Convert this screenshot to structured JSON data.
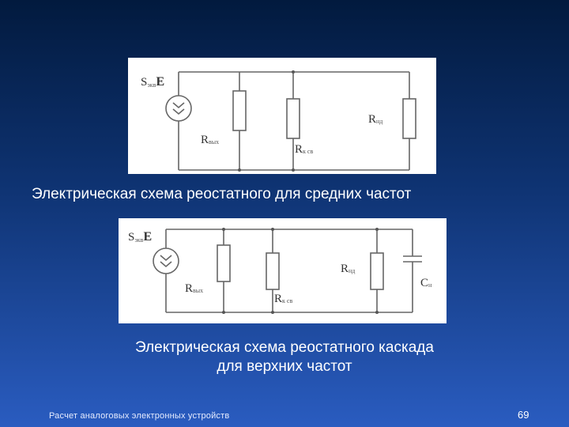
{
  "slide": {
    "caption_1": "Электрическая  схема реостатного для средних частот",
    "caption_2_line_1": "Электрическая  схема реостатного каскада",
    "caption_2_line_2": "для верхних частот",
    "footer": "Расчет аналоговых электронных устройств",
    "page_number": "69"
  },
  "circuit_1": {
    "source_symbol": "S",
    "source_sub": "экв",
    "source_e": "E",
    "r_out": "R",
    "r_out_sub": "вых",
    "r_kcv": "R",
    "r_kcv_sub": "к св",
    "r_load": "R",
    "r_load_sub": "нд"
  },
  "circuit_2": {
    "source_symbol": "S",
    "source_sub": "экв",
    "source_e": "E",
    "r_out": "R",
    "r_out_sub": "вых",
    "r_kcv": "R",
    "r_kcv_sub": "к св",
    "r_load": "R",
    "r_load_sub": "нд",
    "c_load": "C",
    "c_load_sub": "н"
  },
  "colors": {
    "background_top": "#021a3e",
    "background_bottom": "#2a5cc0",
    "circuit_line": "#666666"
  }
}
